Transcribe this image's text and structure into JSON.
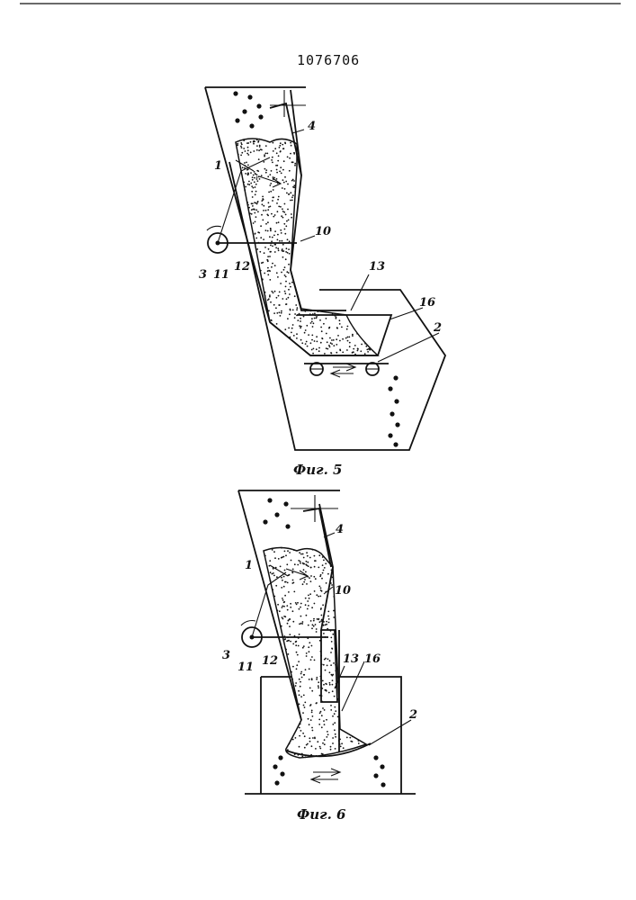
{
  "document": {
    "patent_number": "1076706"
  },
  "figures": [
    {
      "caption": "Фиг. 5",
      "labels": [
        "1",
        "2",
        "3",
        "4",
        "10",
        "11",
        "12",
        "13",
        "16"
      ]
    },
    {
      "caption": "Фиг. 6",
      "labels": [
        "1",
        "2",
        "3",
        "4",
        "10",
        "11",
        "12",
        "13",
        "16"
      ]
    }
  ]
}
